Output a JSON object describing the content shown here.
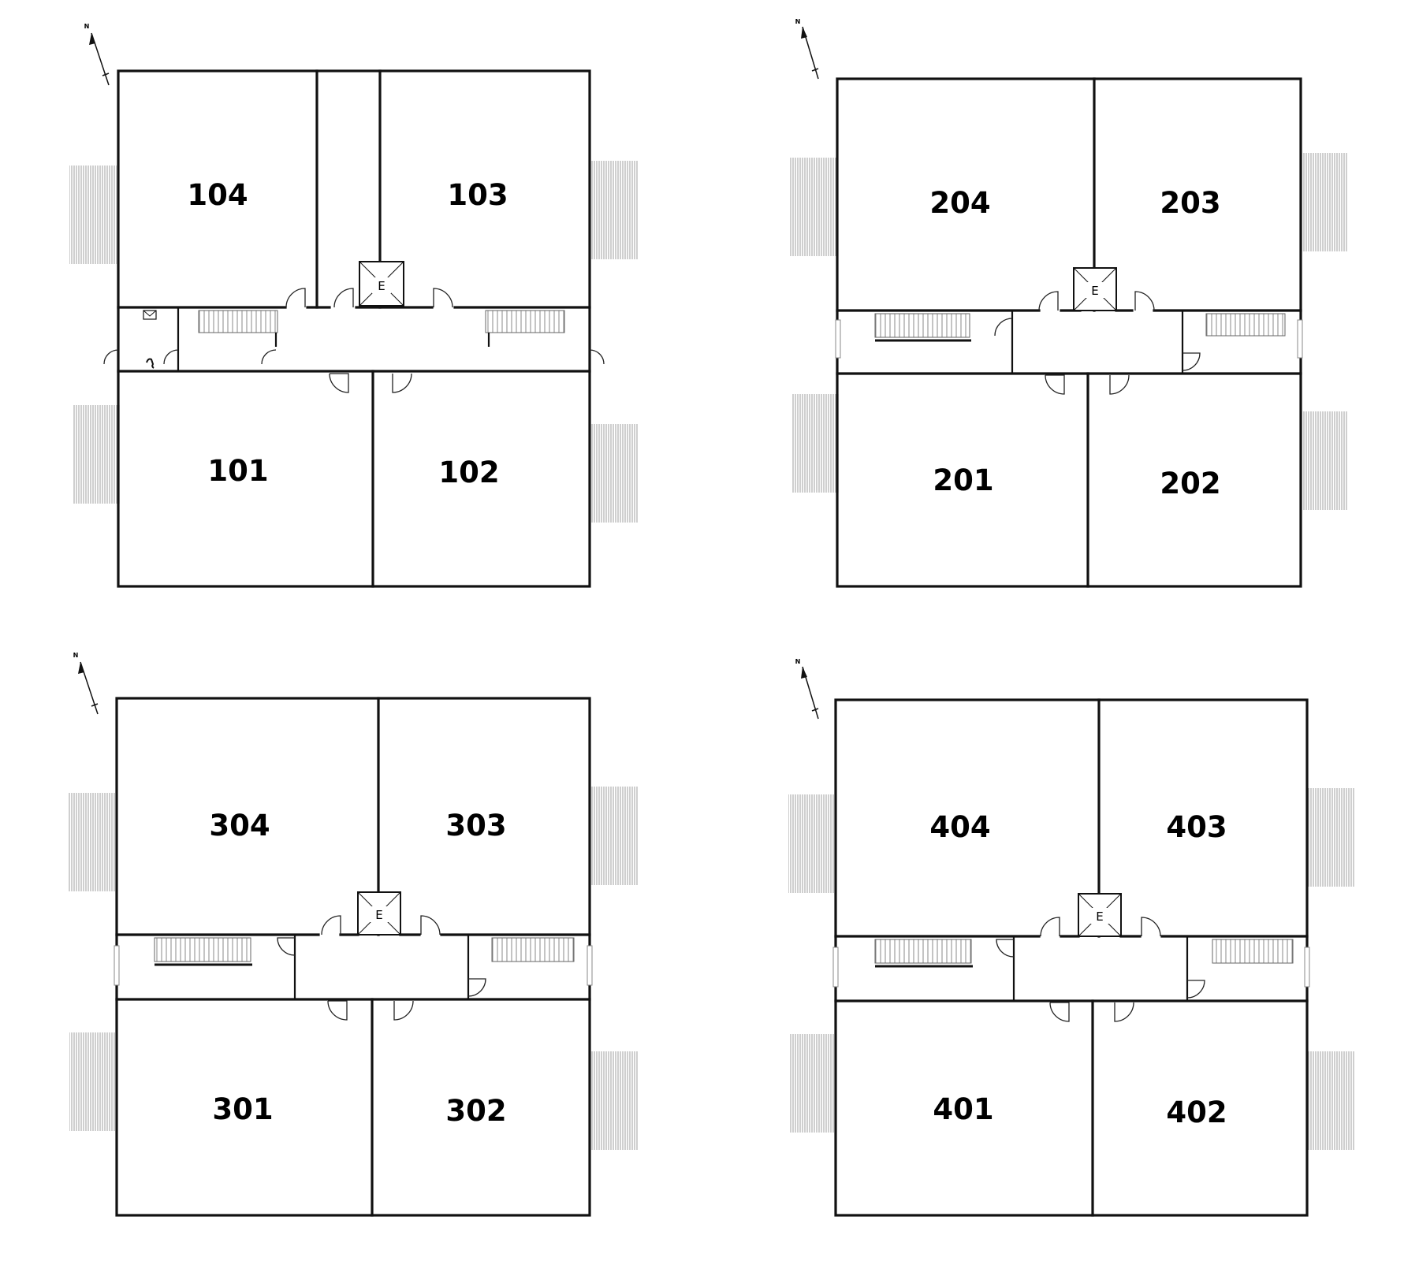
{
  "colors": {
    "wall": "#111111",
    "hatch": "#b5b5b5",
    "background": "#ffffff"
  },
  "north_label": "N",
  "elevator_label": "E",
  "floors": [
    {
      "id": "floor-1",
      "rooms": [
        "101",
        "102",
        "103",
        "104"
      ]
    },
    {
      "id": "floor-2",
      "rooms": [
        "201",
        "202",
        "203",
        "204"
      ]
    },
    {
      "id": "floor-3",
      "rooms": [
        "301",
        "302",
        "303",
        "304"
      ]
    },
    {
      "id": "floor-4",
      "rooms": [
        "401",
        "402",
        "403",
        "404"
      ]
    }
  ],
  "icons": [
    "north-arrow-icon",
    "elevator-icon",
    "mailbox-icon",
    "phone-icon",
    "stairs-icon",
    "balcony-icon",
    "door-icon"
  ]
}
